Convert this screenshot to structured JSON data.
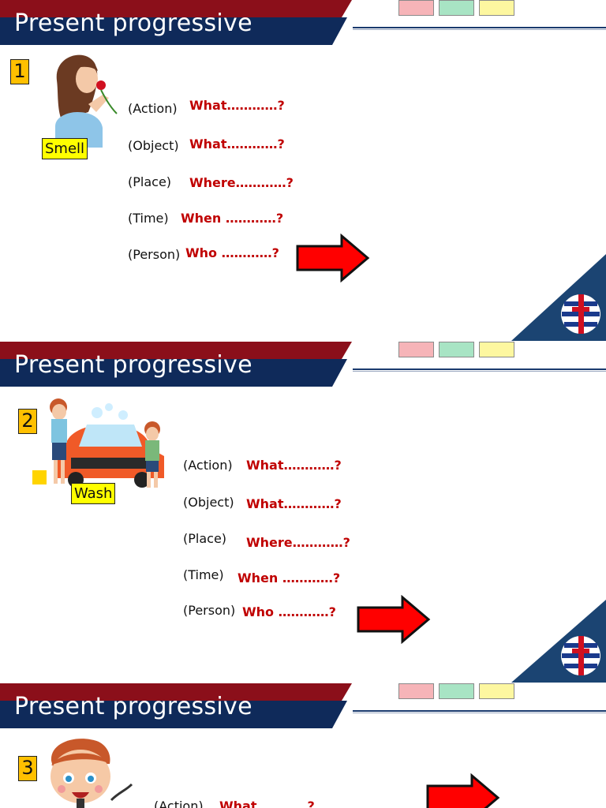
{
  "colors": {
    "band_red": "#8b0f1a",
    "band_navy": "#0f2a5a",
    "question_red": "#c00000",
    "arrow_red": "#ff0000",
    "badge_yellow": "#ffc000",
    "word_yellow": "#ffff00"
  },
  "slides": [
    {
      "title": "Present progressive",
      "number": "1",
      "verb": "Smell",
      "illustration": "woman-smelling-flower",
      "rows": [
        {
          "label": "(Action)",
          "question": "What…………?"
        },
        {
          "label": "(Object)",
          "question": "What…………?"
        },
        {
          "label": "(Place)",
          "question": "Where…………?"
        },
        {
          "label": "(Time)",
          "question": "When …………?"
        },
        {
          "label": "(Person)",
          "question": "Who …………?"
        }
      ]
    },
    {
      "title": "Present progressive",
      "number": "2",
      "verb": "Wash",
      "illustration": "kids-washing-car",
      "rows": [
        {
          "label": "(Action)",
          "question": "What…………?"
        },
        {
          "label": "(Object)",
          "question": "What…………?"
        },
        {
          "label": "(Place)",
          "question": "Where…………?"
        },
        {
          "label": "(Time)",
          "question": "When …………?"
        },
        {
          "label": "(Person)",
          "question": "Who …………?"
        }
      ]
    },
    {
      "title": "Present progressive",
      "number": "3",
      "illustration": "boy-speaking-into-microphone",
      "rows": [
        {
          "label": "(Action)",
          "question": "What…………?"
        }
      ]
    }
  ]
}
